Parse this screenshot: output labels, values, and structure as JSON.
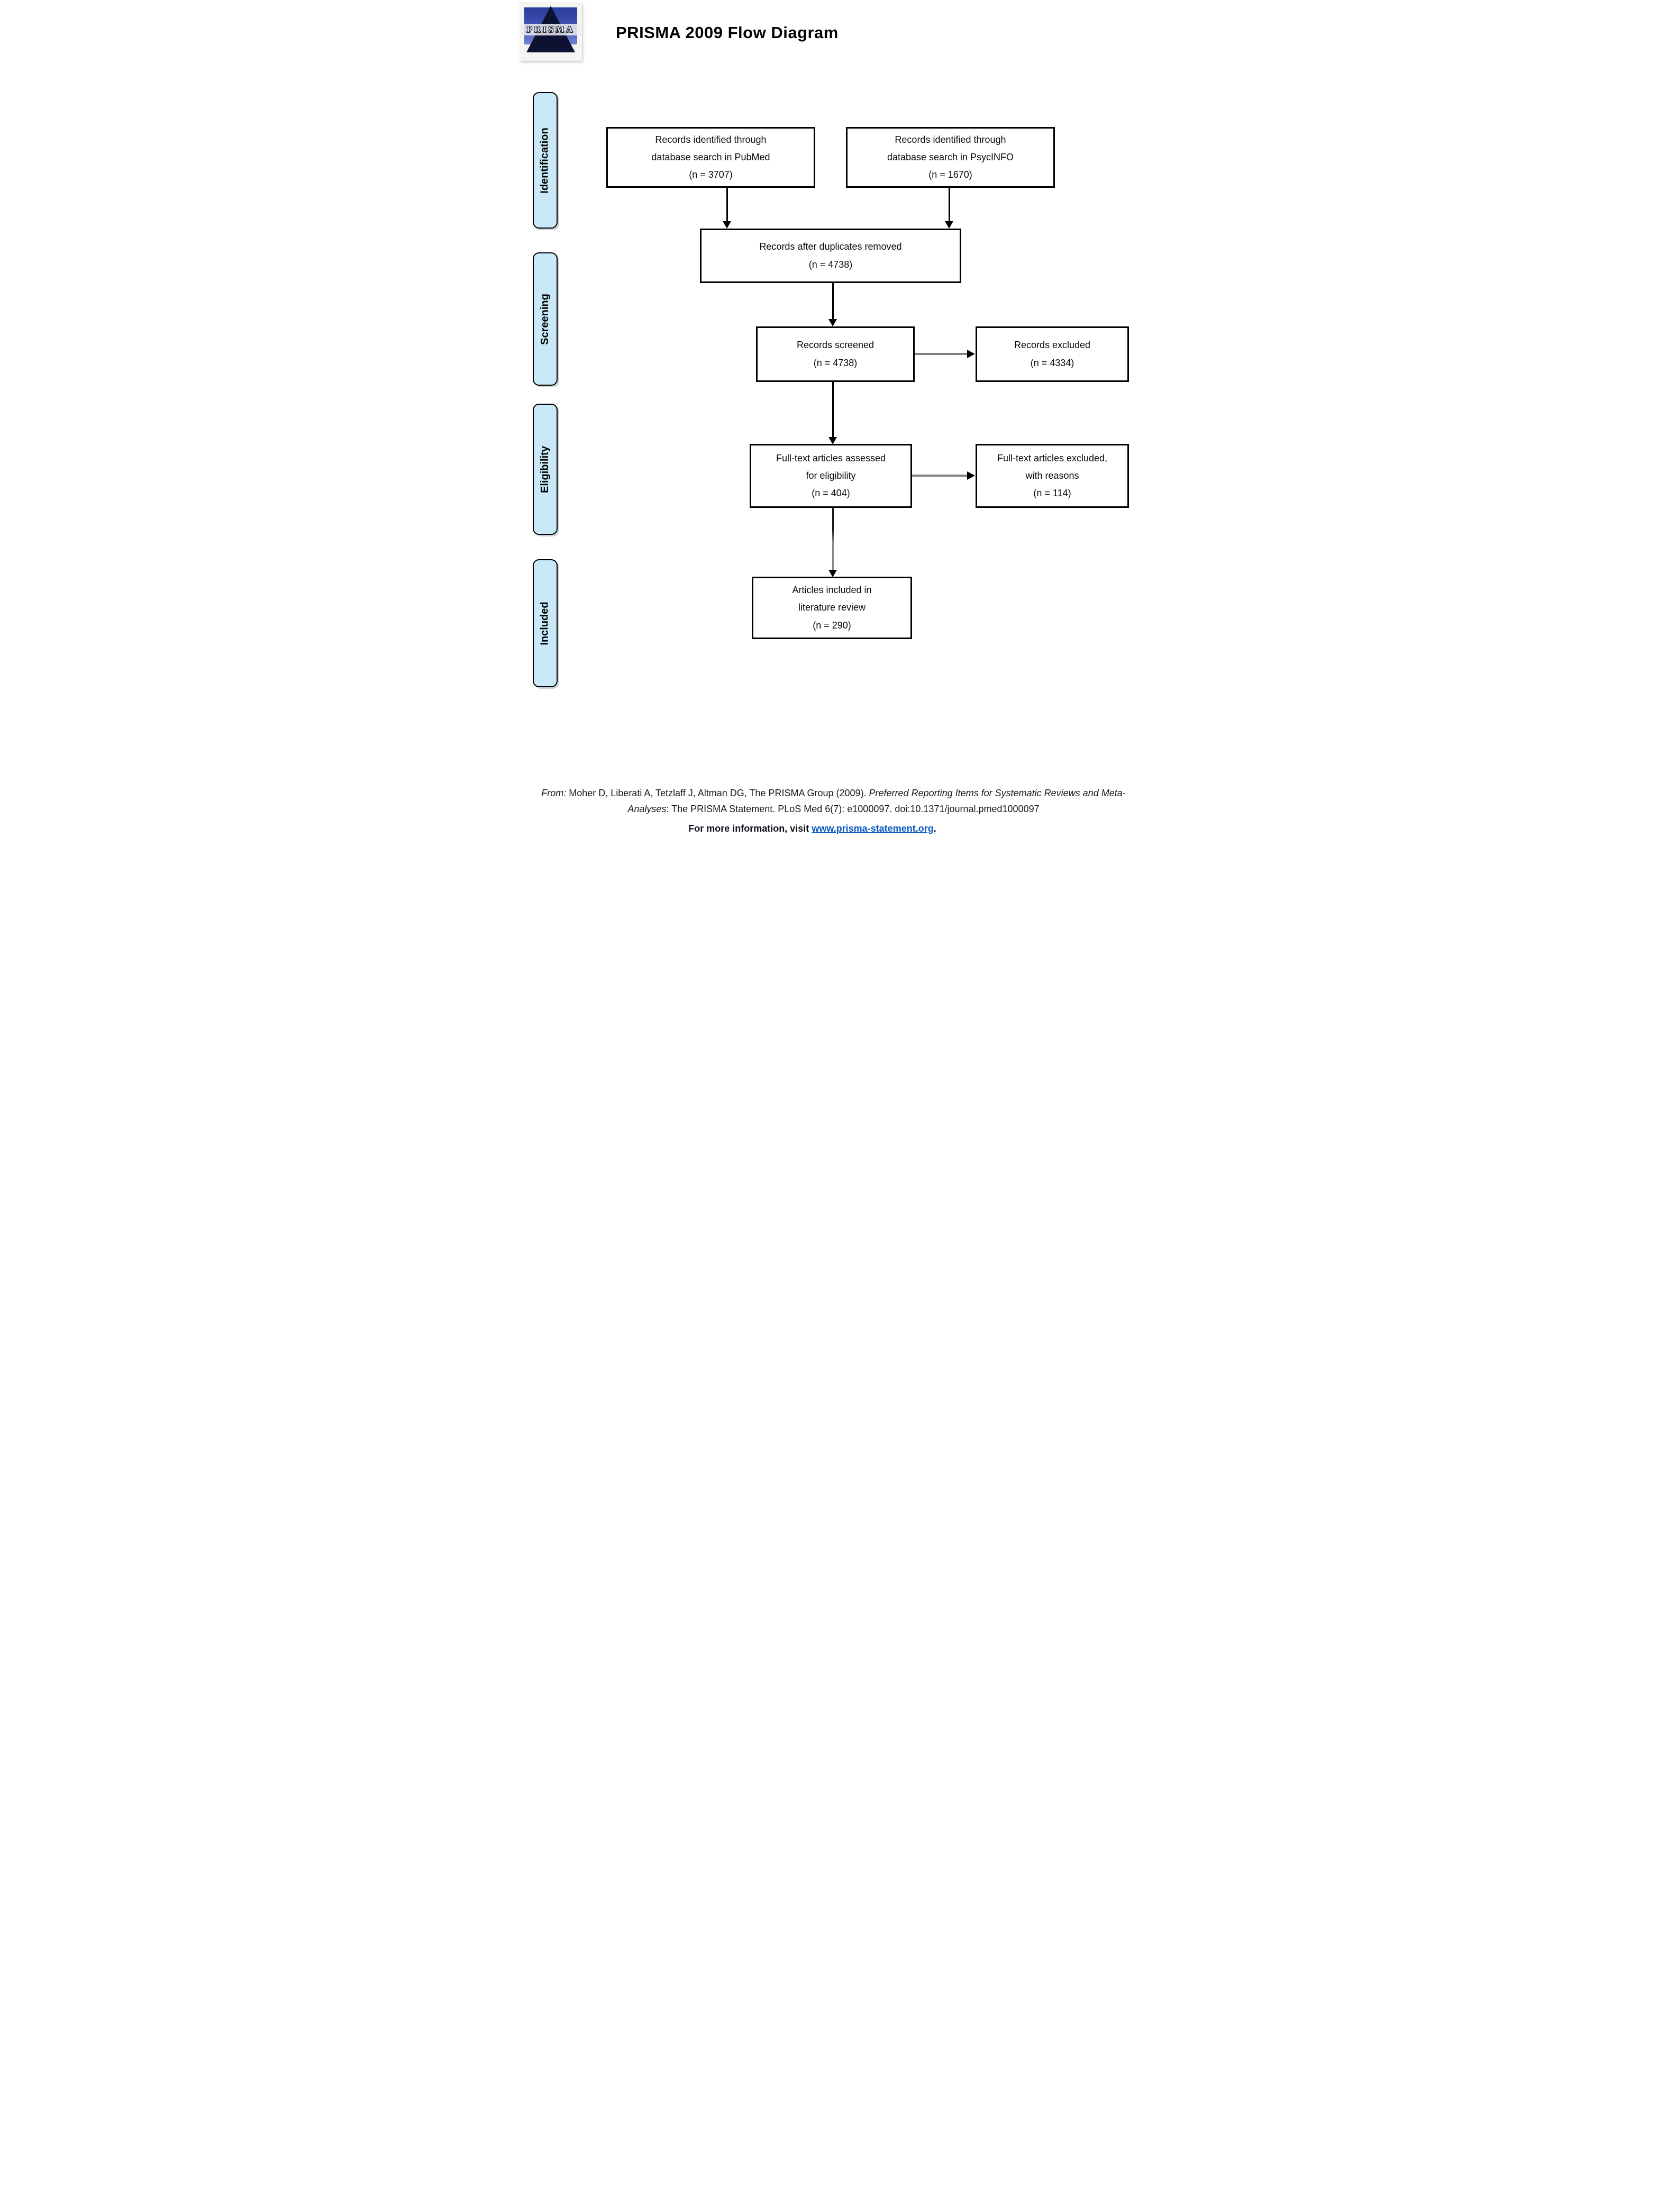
{
  "header": {
    "title": "PRISMA 2009 Flow Diagram",
    "logo_text": "PRISMA"
  },
  "sidebar": {
    "stages": [
      {
        "label": "Identification"
      },
      {
        "label": "Screening"
      },
      {
        "label": "Eligibility"
      },
      {
        "label": "Included"
      }
    ]
  },
  "flow_boxes": {
    "pubmed": {
      "text": "Records identified through\ndatabase search in PubMed\n(n = 3707)"
    },
    "psycinfo": {
      "text": "Records identified through\ndatabase search in PsycINFO\n(n = 1670)"
    },
    "duplicates_removed": {
      "text": "Records after duplicates removed\n(n = 4738)"
    },
    "screened": {
      "text": "Records screened\n(n = 4738)"
    },
    "excluded": {
      "text": "Records excluded\n(n = 4334)"
    },
    "fulltext_assessed": {
      "text": "Full-text articles assessed\nfor eligibility\n(n = 404)"
    },
    "fulltext_excluded": {
      "text": "Full-text articles excluded,\nwith reasons\n(n = 114)"
    },
    "included_articles": {
      "text": "Articles included in\nliterature review\n(n = 290)"
    }
  },
  "footer": {
    "from_label": "From:",
    "authors": "  Moher D, Liberati A, Tetzlaff J, Altman DG, The PRISMA Group (2009). ",
    "title_part1": "Preferred Reporting Items for Systematic Reviews and Meta-",
    "title_part2": "Analyses",
    "rest": ": The PRISMA Statement. PLoS Med 6(7): e1000097. doi:10.1371/journal.pmed1000097",
    "more_info_prefix": "For more information, visit ",
    "link_text": "www.prisma-statement.org",
    "more_info_suffix": "."
  },
  "colors": {
    "stage_fill": "#c9e9f8",
    "box_border": "#000000",
    "arrow_gray": "#808080",
    "link_blue": "#0a58c0"
  }
}
